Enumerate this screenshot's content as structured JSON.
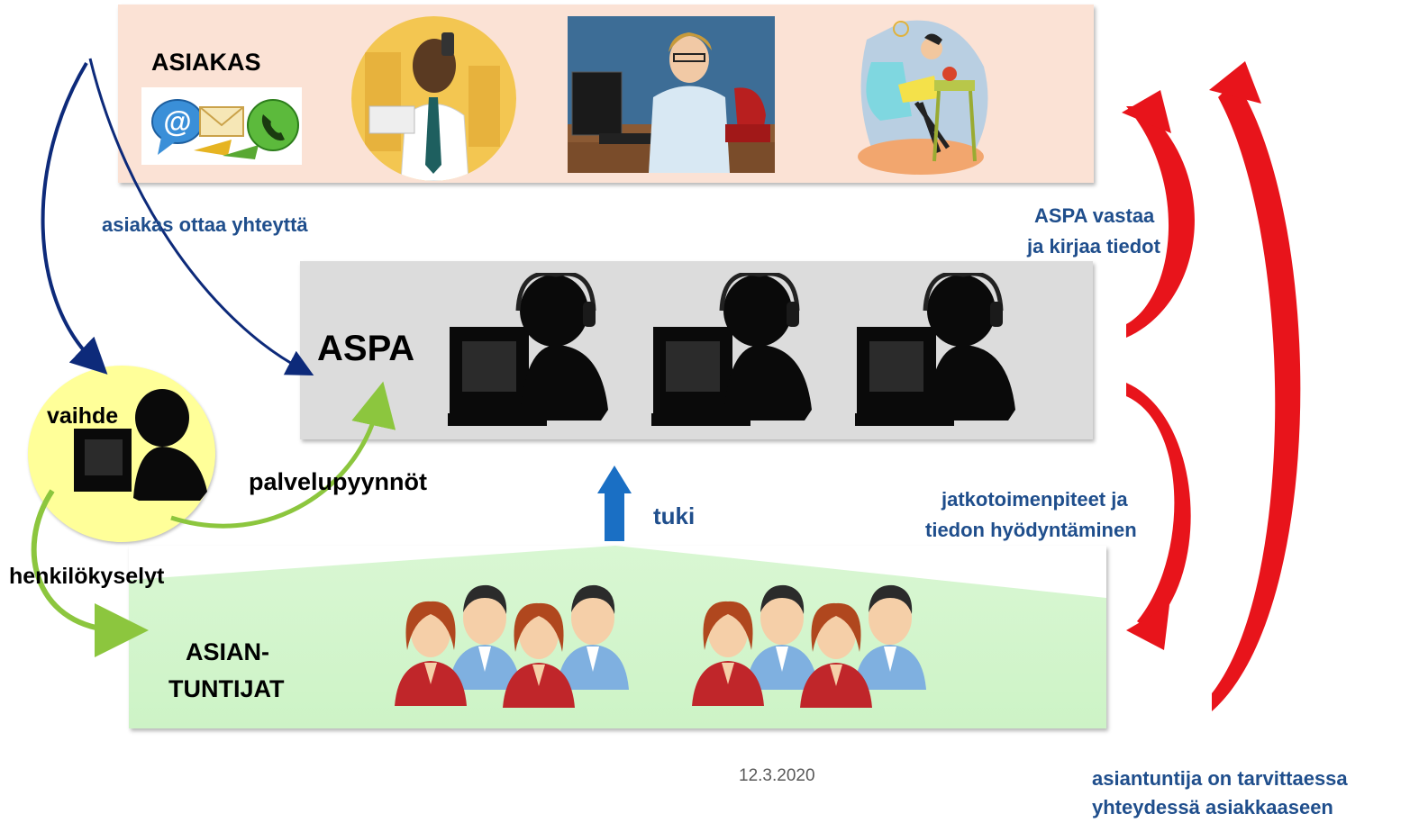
{
  "asiakas": {
    "title": "ASIAKAS"
  },
  "aspa": {
    "title": "ASPA"
  },
  "vaihde": {
    "label": "vaihde"
  },
  "experts": {
    "line1": "ASIAN-",
    "line2": "TUNTIJAT"
  },
  "labels": {
    "contact": "asiakas ottaa yhteyttä",
    "aspa_answer_1": "ASPA vastaa",
    "aspa_answer_2": "ja kirjaa tiedot",
    "requests": "palvelupyynnöt",
    "person_queries": "henkilökyselyt",
    "support": "tuki",
    "followup_1": "jatkotoimenpiteet ja",
    "followup_2": "tiedon hyödyntäminen",
    "expert_contact_1": "asiantuntija on tarvittaessa",
    "expert_contact_2": "yhteydessä asiakkaaseen"
  },
  "date": "12.3.2020",
  "icons": [
    "contact-channels-icon",
    "phone-man-photo",
    "office-woman-photo",
    "phone-woman-illustration",
    "headset-operator-icon",
    "expert-group-icon"
  ],
  "colors": {
    "dark_blue_arrow": "#0d2a7a",
    "green_arrow": "#8cc63e",
    "red_arrow": "#e8141b",
    "support_arrow": "#1a6fc4",
    "label_blue": "#1f4e8c"
  }
}
